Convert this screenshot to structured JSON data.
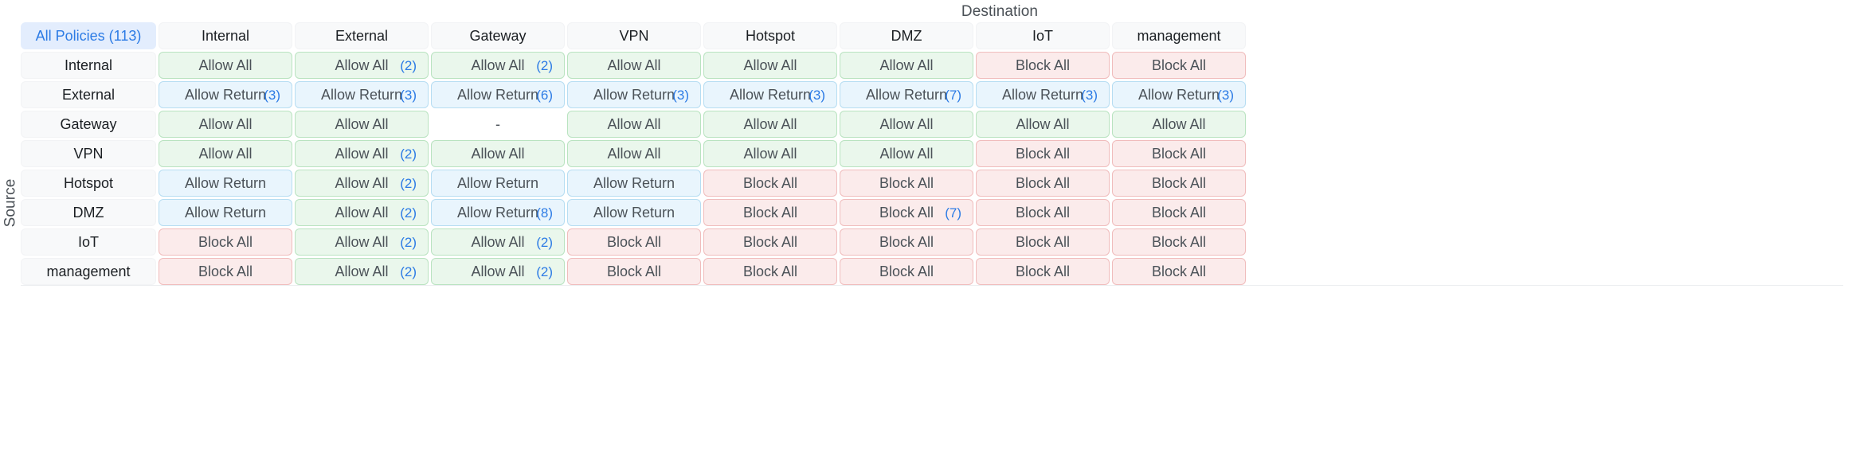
{
  "axis": {
    "destination_label": "Destination",
    "source_label": "Source"
  },
  "corner": {
    "label": "All Policies (113)",
    "total_policies": 113
  },
  "colors": {
    "accent": "#2c7be5",
    "allow_bg": "#eaf7ec",
    "allow_border": "#b9e3c0",
    "return_bg": "#e9f5fd",
    "return_border": "#b6ddf2",
    "block_bg": "#fbebeb",
    "block_border": "#f0bcbc",
    "header_bg": "#f8f9fa",
    "corner_bg": "#e3edfd"
  },
  "legend_values": {
    "allow": "Allow All",
    "return": "Allow Return",
    "block": "Block All",
    "empty": "-"
  },
  "chart_data": {
    "type": "heatmap",
    "title": "",
    "xlabel": "Destination",
    "ylabel": "Source",
    "categories": [
      "Internal",
      "External",
      "Gateway",
      "VPN",
      "Hotspot",
      "DMZ",
      "IoT",
      "management"
    ],
    "columns": [
      "Internal",
      "External",
      "Gateway",
      "VPN",
      "Hotspot",
      "DMZ",
      "IoT",
      "management"
    ],
    "rows": [
      {
        "source": "Internal",
        "cells": [
          {
            "value": "Allow All",
            "kind": "allow",
            "count": null
          },
          {
            "value": "Allow All",
            "kind": "allow",
            "count": "(2)"
          },
          {
            "value": "Allow All",
            "kind": "allow",
            "count": "(2)"
          },
          {
            "value": "Allow All",
            "kind": "allow",
            "count": null
          },
          {
            "value": "Allow All",
            "kind": "allow",
            "count": null
          },
          {
            "value": "Allow All",
            "kind": "allow",
            "count": null
          },
          {
            "value": "Block All",
            "kind": "block",
            "count": null
          },
          {
            "value": "Block All",
            "kind": "block",
            "count": null
          }
        ]
      },
      {
        "source": "External",
        "cells": [
          {
            "value": "Allow Return",
            "kind": "return",
            "count": "(3)"
          },
          {
            "value": "Allow Return",
            "kind": "return",
            "count": "(3)"
          },
          {
            "value": "Allow Return",
            "kind": "return",
            "count": "(6)"
          },
          {
            "value": "Allow Return",
            "kind": "return",
            "count": "(3)"
          },
          {
            "value": "Allow Return",
            "kind": "return",
            "count": "(3)"
          },
          {
            "value": "Allow Return",
            "kind": "return",
            "count": "(7)"
          },
          {
            "value": "Allow Return",
            "kind": "return",
            "count": "(3)"
          },
          {
            "value": "Allow Return",
            "kind": "return",
            "count": "(3)"
          }
        ]
      },
      {
        "source": "Gateway",
        "cells": [
          {
            "value": "Allow All",
            "kind": "allow",
            "count": null
          },
          {
            "value": "Allow All",
            "kind": "allow",
            "count": null
          },
          {
            "value": "-",
            "kind": "none",
            "count": null
          },
          {
            "value": "Allow All",
            "kind": "allow",
            "count": null
          },
          {
            "value": "Allow All",
            "kind": "allow",
            "count": null
          },
          {
            "value": "Allow All",
            "kind": "allow",
            "count": null
          },
          {
            "value": "Allow All",
            "kind": "allow",
            "count": null
          },
          {
            "value": "Allow All",
            "kind": "allow",
            "count": null
          }
        ]
      },
      {
        "source": "VPN",
        "cells": [
          {
            "value": "Allow All",
            "kind": "allow",
            "count": null
          },
          {
            "value": "Allow All",
            "kind": "allow",
            "count": "(2)"
          },
          {
            "value": "Allow All",
            "kind": "allow",
            "count": null
          },
          {
            "value": "Allow All",
            "kind": "allow",
            "count": null
          },
          {
            "value": "Allow All",
            "kind": "allow",
            "count": null
          },
          {
            "value": "Allow All",
            "kind": "allow",
            "count": null
          },
          {
            "value": "Block All",
            "kind": "block",
            "count": null
          },
          {
            "value": "Block All",
            "kind": "block",
            "count": null
          }
        ]
      },
      {
        "source": "Hotspot",
        "cells": [
          {
            "value": "Allow Return",
            "kind": "return",
            "count": null
          },
          {
            "value": "Allow All",
            "kind": "allow",
            "count": "(2)"
          },
          {
            "value": "Allow Return",
            "kind": "return",
            "count": null
          },
          {
            "value": "Allow Return",
            "kind": "return",
            "count": null
          },
          {
            "value": "Block All",
            "kind": "block",
            "count": null
          },
          {
            "value": "Block All",
            "kind": "block",
            "count": null
          },
          {
            "value": "Block All",
            "kind": "block",
            "count": null
          },
          {
            "value": "Block All",
            "kind": "block",
            "count": null
          }
        ]
      },
      {
        "source": "DMZ",
        "cells": [
          {
            "value": "Allow Return",
            "kind": "return",
            "count": null
          },
          {
            "value": "Allow All",
            "kind": "allow",
            "count": "(2)"
          },
          {
            "value": "Allow Return",
            "kind": "return",
            "count": "(8)"
          },
          {
            "value": "Allow Return",
            "kind": "return",
            "count": null
          },
          {
            "value": "Block All",
            "kind": "block",
            "count": null
          },
          {
            "value": "Block All",
            "kind": "block",
            "count": "(7)"
          },
          {
            "value": "Block All",
            "kind": "block",
            "count": null
          },
          {
            "value": "Block All",
            "kind": "block",
            "count": null
          }
        ]
      },
      {
        "source": "IoT",
        "cells": [
          {
            "value": "Block All",
            "kind": "block",
            "count": null
          },
          {
            "value": "Allow All",
            "kind": "allow",
            "count": "(2)"
          },
          {
            "value": "Allow All",
            "kind": "allow",
            "count": "(2)"
          },
          {
            "value": "Block All",
            "kind": "block",
            "count": null
          },
          {
            "value": "Block All",
            "kind": "block",
            "count": null
          },
          {
            "value": "Block All",
            "kind": "block",
            "count": null
          },
          {
            "value": "Block All",
            "kind": "block",
            "count": null
          },
          {
            "value": "Block All",
            "kind": "block",
            "count": null
          }
        ]
      },
      {
        "source": "management",
        "cells": [
          {
            "value": "Block All",
            "kind": "block",
            "count": null
          },
          {
            "value": "Allow All",
            "kind": "allow",
            "count": "(2)"
          },
          {
            "value": "Allow All",
            "kind": "allow",
            "count": "(2)"
          },
          {
            "value": "Block All",
            "kind": "block",
            "count": null
          },
          {
            "value": "Block All",
            "kind": "block",
            "count": null
          },
          {
            "value": "Block All",
            "kind": "block",
            "count": null
          },
          {
            "value": "Block All",
            "kind": "block",
            "count": null
          },
          {
            "value": "Block All",
            "kind": "block",
            "count": null
          }
        ]
      }
    ]
  }
}
